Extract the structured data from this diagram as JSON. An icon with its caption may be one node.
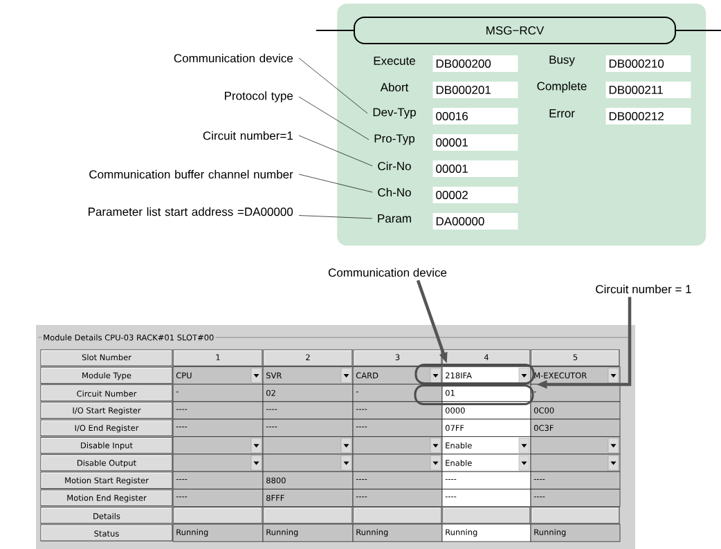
{
  "diagram": {
    "nodes": [
      {
        "text": [],
        "shape": "box"
      },
      {
        "text": [
          "MSG−RCV"
        ],
        "in": 0
      },
      {
        "text": [
          "Execute"
        ],
        "in": 0
      },
      {
        "text": [
          "DB000200"
        ],
        "in": 0
      },
      {
        "text": [
          "Busy"
        ],
        "in": 0
      },
      {
        "text": [
          "DB000210"
        ],
        "in": 0
      },
      {
        "text": [
          "Abort"
        ],
        "in": 0
      },
      {
        "text": [
          "DB000201"
        ],
        "in": 0
      },
      {
        "text": [
          "Complete"
        ],
        "in": 0
      },
      {
        "text": [
          "DB000211"
        ],
        "in": 0
      },
      {
        "text": [
          "Dev-Typ"
        ],
        "in": 0
      },
      {
        "text": [
          "00016"
        ],
        "in": 0
      },
      {
        "text": [
          "Error"
        ],
        "in": 0
      },
      {
        "text": [
          "DB000212"
        ],
        "in": 0
      },
      {
        "text": [
          "Pro-Typ"
        ],
        "in": 0
      },
      {
        "text": [
          "00001"
        ],
        "in": 0
      },
      {
        "text": [
          "Cir-No"
        ],
        "in": 0
      },
      {
        "text": [
          "00001"
        ],
        "in": 0
      },
      {
        "text": [
          "Ch-No"
        ],
        "in": 0
      },
      {
        "text": [
          "00002"
        ],
        "in": 0
      },
      {
        "text": [
          "Param"
        ],
        "in": 0
      },
      {
        "text": [
          "DA00000"
        ],
        "in": 0
      },
      {
        "text": [
          "Communication device"
        ]
      },
      {
        "text": [
          "Protocol type"
        ]
      },
      {
        "text": [
          "Circuit number=1"
        ]
      },
      {
        "text": [
          "Communication buffer channel number"
        ]
      },
      {
        "text": [
          "Parameter list start address =DA00000"
        ]
      },
      {
        "text": [
          "Communication device"
        ]
      },
      {
        "text": [
          "Circuit number = 1"
        ]
      },
      {
        "text": [],
        "shape": "box"
      },
      {
        "text": [],
        "shape": "box"
      }
    ],
    "edges": [
      {
        "from": null,
        "to": 1,
        "arrow": "none"
      },
      {
        "from": 1,
        "to": null,
        "arrow": "none"
      },
      {
        "from": 22,
        "to": 10,
        "arrow": "none"
      },
      {
        "from": 23,
        "to": 14,
        "arrow": "none"
      },
      {
        "from": 24,
        "to": 16,
        "arrow": "none"
      },
      {
        "from": 25,
        "to": 18,
        "arrow": "none"
      },
      {
        "from": 26,
        "to": 20,
        "arrow": "none"
      },
      {
        "from": 27,
        "to": 29,
        "arrow": "to",
        "style": "thick",
        "color": "#555555"
      },
      {
        "from": 28,
        "to": 30,
        "arrow": "to",
        "style": "thick",
        "color": "#555555"
      }
    ],
    "labels": [
      "Module Details CPU-03 RACK#01 SLOT#00",
      "Slot Number",
      "1",
      "2",
      "3",
      "4",
      "5",
      "Module Type",
      "CPU",
      "SVR",
      "CARD",
      "218IFA",
      "M-EXECUTOR",
      "Circuit Number",
      "-",
      "02",
      "-",
      "01",
      "-",
      "I/O Start Register",
      "----",
      "----",
      "----",
      "0000",
      "0C00",
      "I/O End Register",
      "----",
      "----",
      "----",
      "07FF",
      "0C3F",
      "Disable Input",
      "Enable",
      "Disable Output",
      "Enable",
      "Motion Start Register",
      "----",
      "8800",
      "----",
      "----",
      "----",
      "Motion End Register",
      "----",
      "8FFF",
      "----",
      "----",
      "----",
      "Details",
      "Status",
      "Running",
      "Running",
      "Running",
      "Running",
      "Running"
    ]
  }
}
